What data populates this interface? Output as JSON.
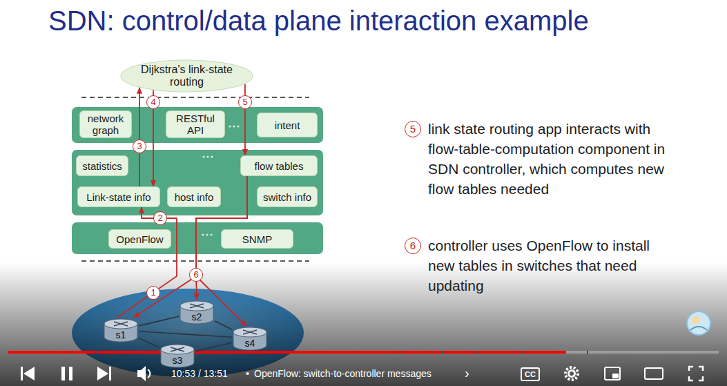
{
  "diagram": {
    "title": "SDN: control/data plane interaction example",
    "nodes": [
      {
        "text": [
          "Dijkstra's link-state routing"
        ]
      },
      {
        "text": [
          "network graph"
        ]
      },
      {
        "text": [
          "RESTful API"
        ]
      },
      {
        "text": [
          "intent"
        ]
      },
      {
        "text": [
          "statistics"
        ]
      },
      {
        "text": [
          "flow tables"
        ]
      },
      {
        "text": [
          "Link-state info"
        ]
      },
      {
        "text": [
          "host info"
        ]
      },
      {
        "text": [
          "switch info"
        ]
      },
      {
        "text": [
          "OpenFlow"
        ]
      },
      {
        "text": [
          "SNMP"
        ]
      },
      {
        "text": [
          "s1"
        ]
      },
      {
        "text": [
          "s2"
        ]
      },
      {
        "text": [
          "s3"
        ]
      },
      {
        "text": [
          "s4"
        ]
      }
    ],
    "edges": [
      {
        "from": 11,
        "to": 6,
        "arrow": "to",
        "label": "1"
      },
      {
        "from": 6,
        "to": 0,
        "arrow": "to",
        "label": "3"
      },
      {
        "from": 0,
        "to": 6,
        "arrow": "to",
        "label": "4"
      },
      {
        "from": 0,
        "to": 5,
        "arrow": "to",
        "label": "5"
      },
      {
        "from": 5,
        "to": 11,
        "arrow": "to"
      },
      {
        "from": 5,
        "to": 12,
        "arrow": "to"
      },
      {
        "from": 5,
        "to": 14,
        "arrow": "to"
      },
      {
        "from": 11,
        "to": 12,
        "arrow": "none"
      },
      {
        "from": 11,
        "to": 13,
        "arrow": "none"
      },
      {
        "from": 11,
        "to": 14,
        "arrow": "none"
      },
      {
        "from": 12,
        "to": 14,
        "arrow": "none"
      },
      {
        "from": 13,
        "to": 14,
        "arrow": "none"
      }
    ],
    "labels": [
      "2",
      "6",
      "5",
      "link state routing app interacts with flow-table-computation component in SDN controller, which computes new flow tables needed",
      "6",
      "controller uses OpenFlow to install new tables in switches that need updating",
      "10:53 / 13:51",
      "•",
      "OpenFlow: switch-to-controller messages",
      "›",
      "CC"
    ]
  }
}
